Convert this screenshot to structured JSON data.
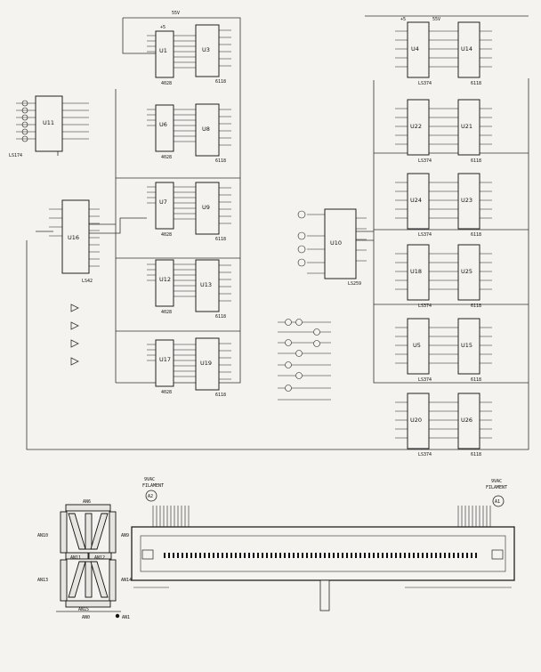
{
  "chips_left": [
    {
      "ref": "U1",
      "sub": "4028"
    },
    {
      "ref": "U6",
      "sub": "4028"
    },
    {
      "ref": "U7",
      "sub": "4028"
    },
    {
      "ref": "U12",
      "sub": "4028"
    },
    {
      "ref": "U17",
      "sub": "4028"
    }
  ],
  "drivers_left": [
    {
      "ref": "U3",
      "sub": "6118"
    },
    {
      "ref": "U8",
      "sub": "6118"
    },
    {
      "ref": "U9",
      "sub": "6118"
    },
    {
      "ref": "U13",
      "sub": "6118"
    },
    {
      "ref": "U19",
      "sub": "6118"
    }
  ],
  "chip_u11": {
    "ref": "U11",
    "sub": "LS174"
  },
  "chip_u16": {
    "ref": "U16",
    "sub": "LS42"
  },
  "chip_latch": {
    "ref": "U10",
    "sub": "LS259"
  },
  "chips_right_left": [
    {
      "ref": "U4",
      "sub": "LS374"
    },
    {
      "ref": "U22",
      "sub": "LS374"
    },
    {
      "ref": "U24",
      "sub": "LS374"
    },
    {
      "ref": "U18",
      "sub": "LS374"
    },
    {
      "ref": "U5",
      "sub": "LS374"
    },
    {
      "ref": "U20",
      "sub": "LS374"
    }
  ],
  "chips_right_right": [
    {
      "ref": "U14",
      "sub": "6118"
    },
    {
      "ref": "U21",
      "sub": "6118"
    },
    {
      "ref": "U23",
      "sub": "6118"
    },
    {
      "ref": "U25",
      "sub": "6118"
    },
    {
      "ref": "U15",
      "sub": "6118"
    },
    {
      "ref": "U26",
      "sub": "6118"
    }
  ],
  "segment_labels": {
    "an0": "AN0",
    "an1": "AN1",
    "an6": "AN6",
    "an9": "AN9",
    "an10": "AN10",
    "an12": "AN12",
    "an13": "AN13",
    "an14": "AN14",
    "an15": "AN15",
    "an11": "AN11"
  },
  "filament_left": {
    "voltage": "9VAC",
    "label": "FILAMENT",
    "node": "A2"
  },
  "filament_right": {
    "voltage": "9VAC",
    "label": "FILAMENT",
    "node": "A1"
  },
  "supply": {
    "plus5": "+5",
    "s5v": "55V"
  }
}
